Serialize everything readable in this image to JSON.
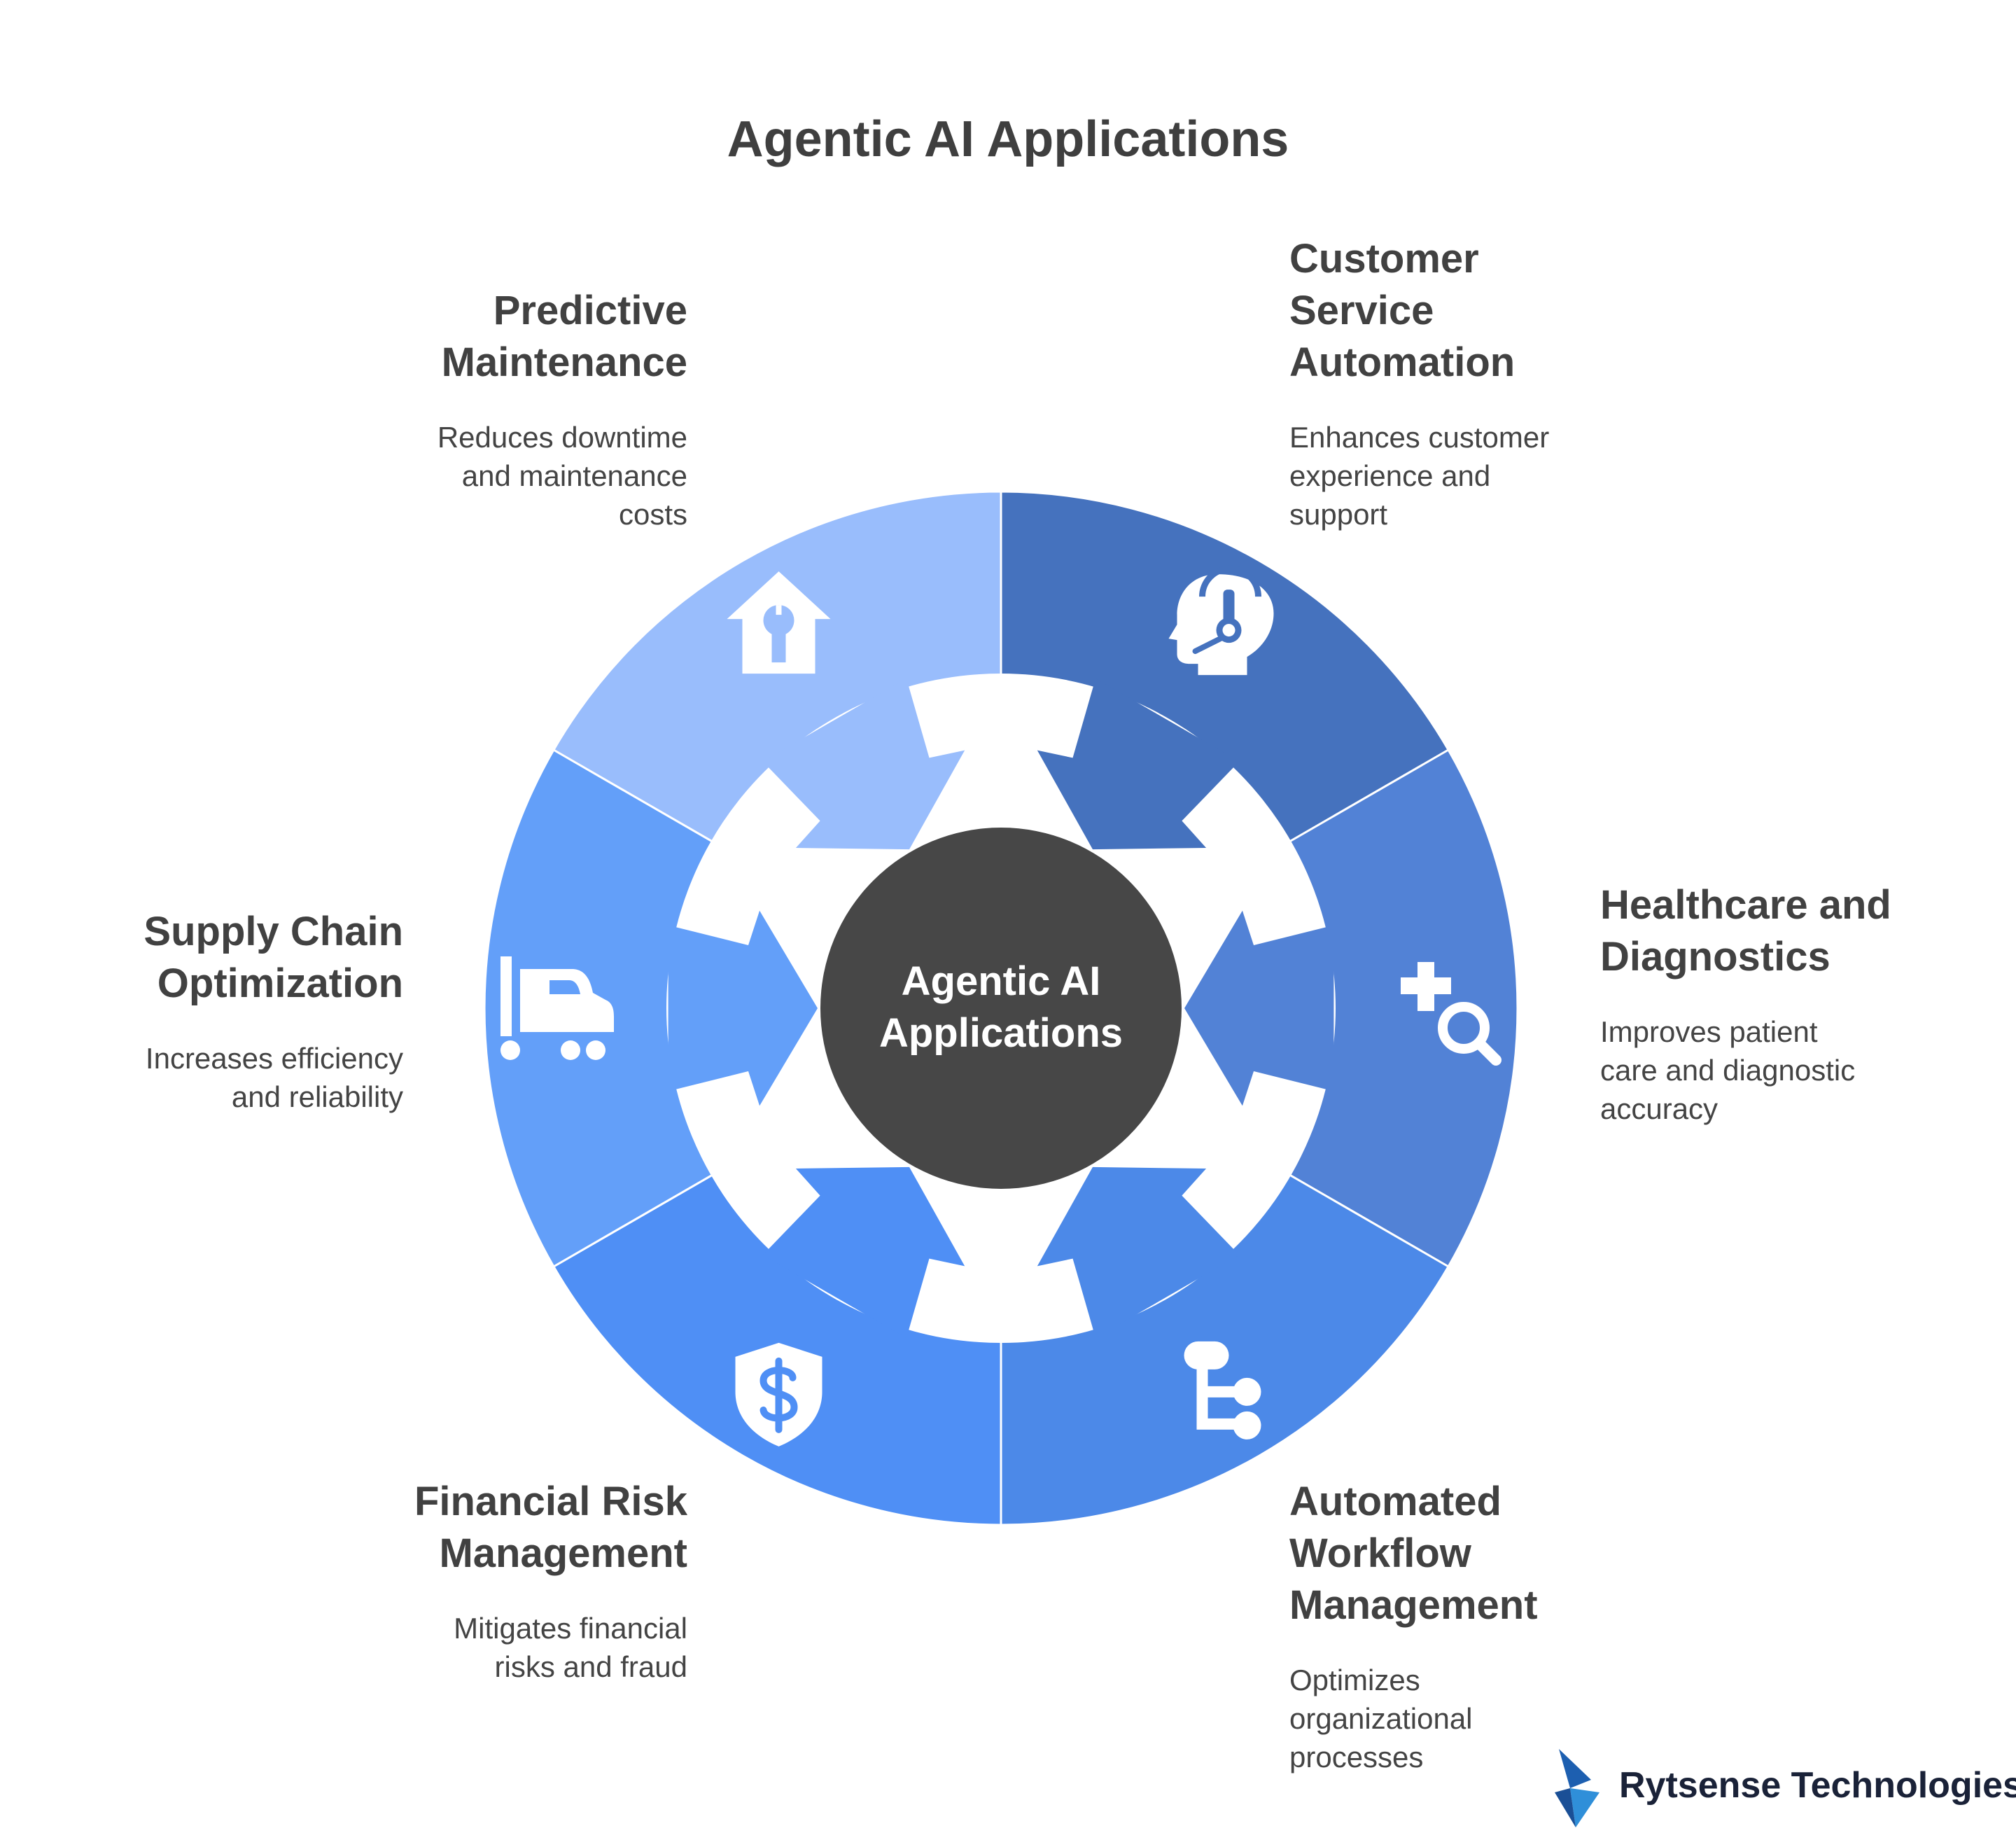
{
  "title": "Agentic AI Applications",
  "center": {
    "line1": "Agentic AI",
    "line2": "Applications",
    "color": "#474747"
  },
  "segments": [
    {
      "key": "customer",
      "heading": [
        "Customer",
        "Service",
        "Automation"
      ],
      "description": [
        "Enhances customer",
        "experience and",
        "support"
      ],
      "color": "#4572be",
      "icon": "headset-agent-icon"
    },
    {
      "key": "healthcare",
      "heading": [
        "Healthcare and",
        "Diagnostics"
      ],
      "description": [
        "Improves patient",
        "care and diagnostic",
        "accuracy"
      ],
      "color": "#5282d6",
      "icon": "medical-search-icon"
    },
    {
      "key": "workflow",
      "heading": [
        "Automated",
        "Workflow",
        "Management"
      ],
      "description": [
        "Optimizes",
        "organizational",
        "processes"
      ],
      "color": "#4c89e8",
      "icon": "workflow-branch-icon"
    },
    {
      "key": "financial",
      "heading": [
        "Financial Risk",
        "Management"
      ],
      "description": [
        "Mitigates financial",
        "risks and fraud"
      ],
      "color": "#4f8ff5",
      "icon": "shield-dollar-icon"
    },
    {
      "key": "supply",
      "heading": [
        "Supply Chain",
        "Optimization"
      ],
      "description": [
        "Increases efficiency",
        "and reliability"
      ],
      "color": "#639ff9",
      "icon": "truck-icon"
    },
    {
      "key": "predictive",
      "heading": [
        "Predictive",
        "Maintenance"
      ],
      "description": [
        "Reduces downtime",
        "and maintenance",
        "costs"
      ],
      "color": "#99bdfc",
      "icon": "house-wrench-icon"
    }
  ],
  "brand": {
    "name": "Rytsense Technologies",
    "logo_colors": [
      "#1d5fb0",
      "#2f8fd9"
    ]
  }
}
